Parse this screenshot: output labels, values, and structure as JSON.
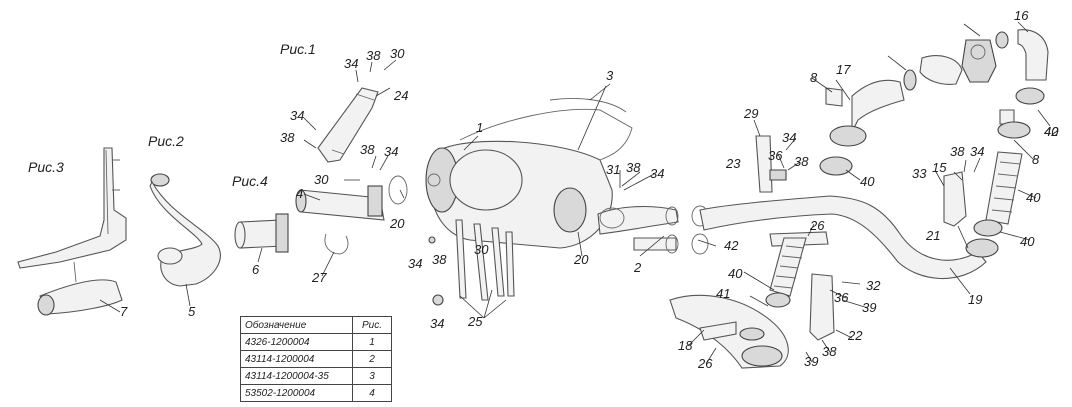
{
  "figure_captions": [
    "Рис.1",
    "Рис.2",
    "Рис.3",
    "Рис.4"
  ],
  "callouts": [
    "1",
    "2",
    "3",
    "4",
    "5",
    "6",
    "7",
    "8",
    "8",
    "15",
    "16",
    "17",
    "18",
    "19",
    "20",
    "20",
    "21",
    "22",
    "23",
    "24",
    "25",
    "26",
    "26",
    "27",
    "29",
    "30",
    "30",
    "30",
    "31",
    "32",
    "33",
    "34",
    "34",
    "34",
    "34",
    "34",
    "34",
    "34",
    "34",
    "36",
    "36",
    "38",
    "38",
    "38",
    "38",
    "38",
    "38",
    "38",
    "38",
    "39",
    "39",
    "40",
    "40",
    "40",
    "40",
    "40",
    "41",
    "42",
    "42"
  ],
  "spec_table": {
    "headers": [
      "Обозначение",
      "Рис."
    ],
    "rows": [
      [
        "4326-1200004",
        "1"
      ],
      [
        "43114-1200004",
        "2"
      ],
      [
        "43114-1200004-35",
        "3"
      ],
      [
        "53502-1200004",
        "4"
      ]
    ]
  }
}
